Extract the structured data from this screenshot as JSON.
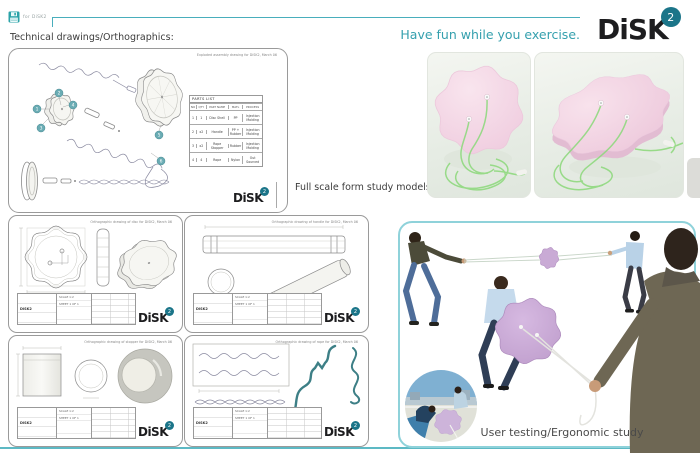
{
  "colors": {
    "accent_teal": "#35a0ae",
    "badge_teal": "#1b7589",
    "pink_disc": "#f2d2e2",
    "green_rope": "#8fd97f",
    "lavender_disc": "#c3a3cf"
  },
  "header": {
    "tab_label": "for DiSK2",
    "heading": "Technical drawings/Orthographics:",
    "tagline": "Have fun while you exercise."
  },
  "logo": {
    "text": "DiSK",
    "sup": "2"
  },
  "sections": {
    "form_study": "Full scale form study models:",
    "user_testing": "User testing/Ergonomic study"
  },
  "panels": {
    "exploded": {
      "title": "Exploded assembly drawing for DiSK2, March 06",
      "balloons": [
        "1",
        "2",
        "3",
        "4",
        "5",
        "6"
      ]
    },
    "disc": {
      "title": "Orthographic drawing of disc for DiSK2, March 06"
    },
    "handle": {
      "title": "Orthographic drawing of handle for DiSK2, March 06"
    },
    "stopper": {
      "title": "Orthographic drawing of stopper for DiSK2, March 06"
    },
    "rope": {
      "title": "Orthographic drawing of rope for DiSK2, March 06"
    }
  },
  "parts_list": {
    "title": "PARTS LIST",
    "columns": [
      "NO",
      "QTY",
      "PART NAME",
      "MATL",
      "PROCESS"
    ],
    "rows": [
      [
        "1",
        "1",
        "Disc Shell",
        "PP",
        "Injection Molding"
      ],
      [
        "2",
        "x2",
        "Handle",
        "PP + Rubber",
        "Injection Molding"
      ],
      [
        "3",
        "x2",
        "Rope Stopper",
        "Rubber",
        "Injection Molding"
      ],
      [
        "4",
        "4",
        "Rope",
        "Nylon",
        "Out Sourced"
      ]
    ]
  },
  "title_block": {
    "brand": "DiSK2",
    "scale": "SCALE 1:2",
    "sheet": "SHEET 1 OF 1"
  }
}
